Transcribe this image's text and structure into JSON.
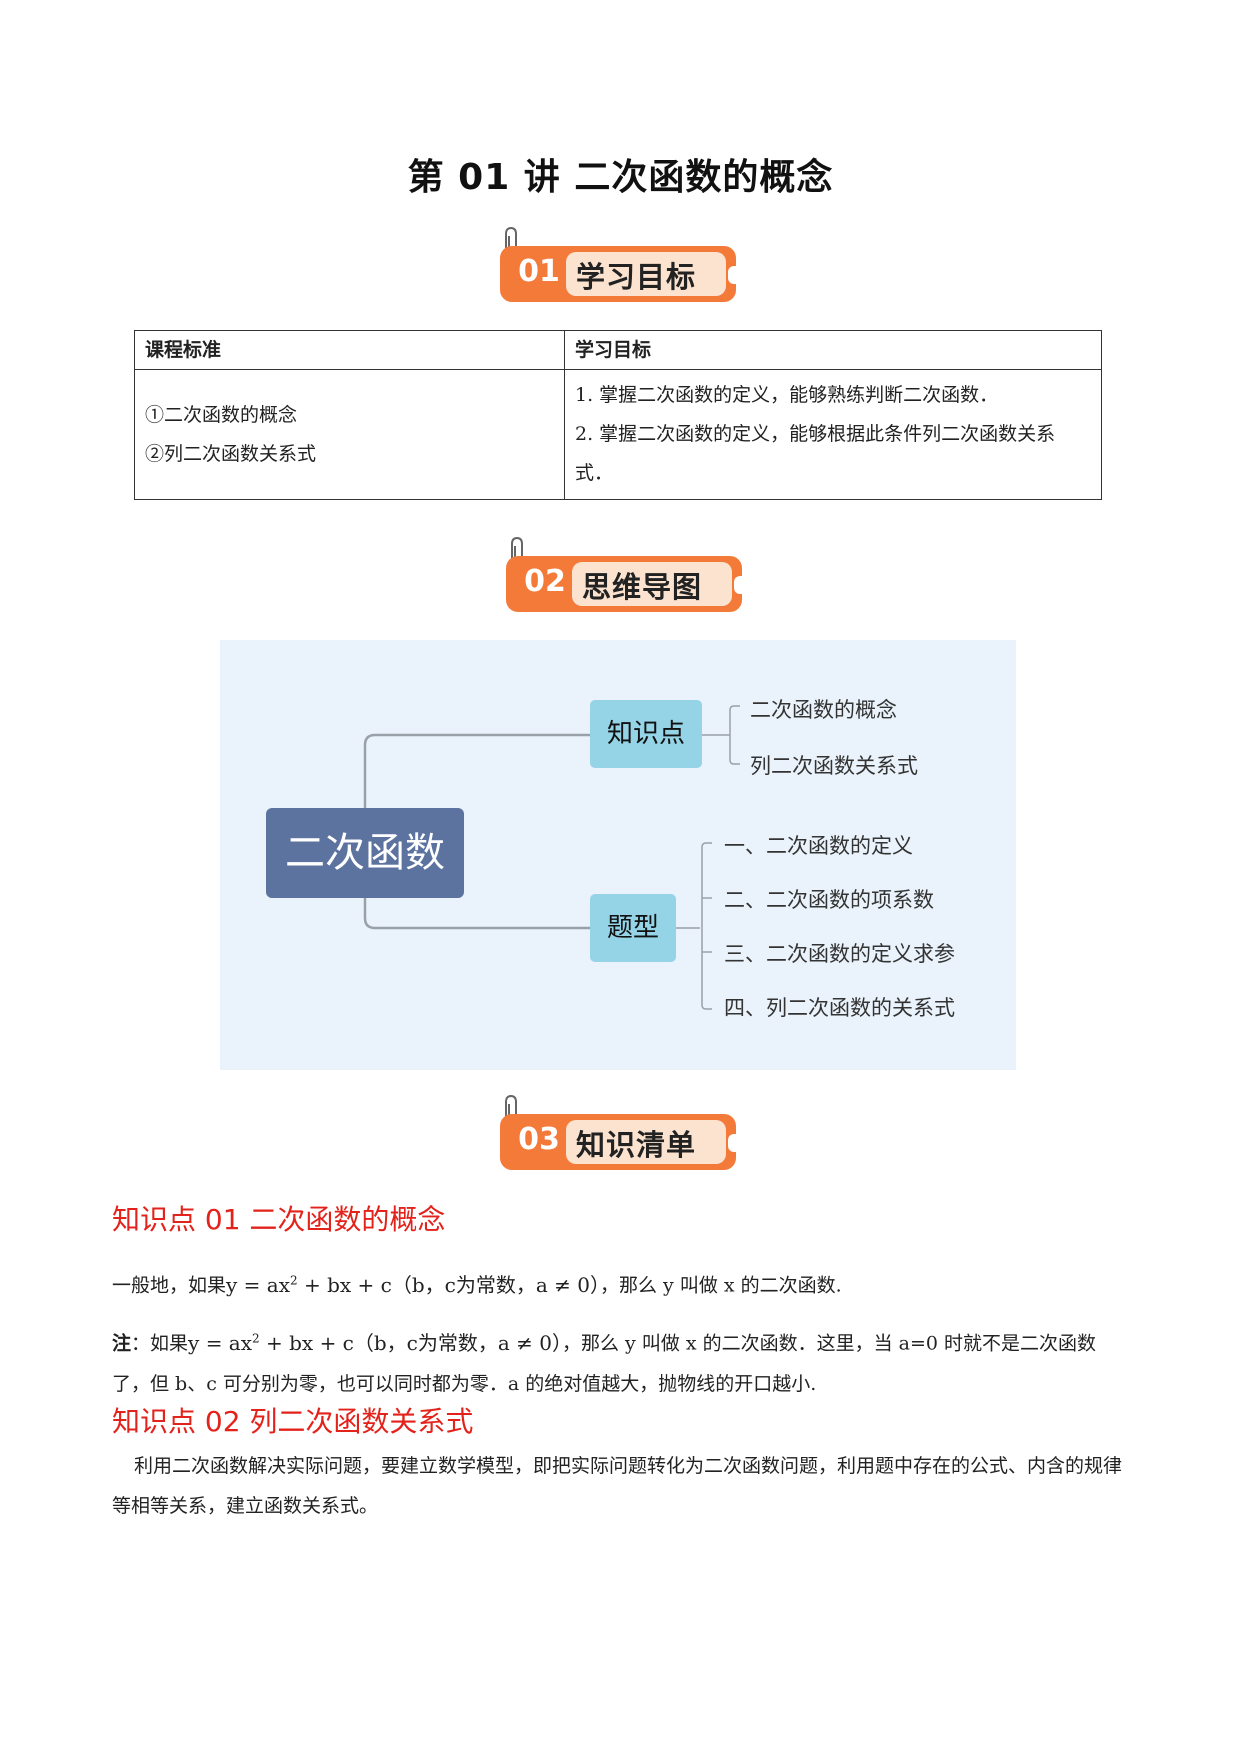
{
  "title": "第 01 讲  二次函数的概念",
  "sections": [
    {
      "num": "01",
      "label": "学习目标"
    },
    {
      "num": "02",
      "label": "思维导图"
    },
    {
      "num": "03",
      "label": "知识清单"
    }
  ],
  "goals_table": {
    "headers": [
      "课程标准",
      "学习目标"
    ],
    "standards": [
      "①二次函数的概念",
      "②列二次函数关系式"
    ],
    "objectives": [
      "1. 掌握二次函数的定义，能够熟练判断二次函数．",
      "2. 掌握二次函数的定义，能够根据此条件列二次函数关系式．"
    ]
  },
  "mindmap": {
    "root": "二次函数",
    "branches": [
      {
        "label": "知识点",
        "leaves": [
          "二次函数的概念",
          "列二次函数关系式"
        ]
      },
      {
        "label": "题型",
        "leaves": [
          "一、二次函数的定义",
          "二、二次函数的项系数",
          "三、二次函数的定义求参",
          "四、列二次函数的关系式"
        ]
      }
    ]
  },
  "kp1": {
    "title": "知识点 01  二次函数的概念",
    "p1_pre": "一般地，如果",
    "formula_y": "y = ax",
    "formula_exp": "2",
    "formula_rest": " + bx + c（b，c为常数，a ≠ 0）",
    "p1_post": "，那么 y 叫做 x 的二次函数.",
    "note_label": "注",
    "note_pre": "：如果",
    "note_post": "，那么 y 叫做 x 的二次函数．这里，当 a=0 时就不是二次函数了，但 b、c 可分别为零，也可以同时都为零．a 的绝对值越大，抛物线的开口越小."
  },
  "kp2": {
    "title": "知识点 02  列二次函数关系式",
    "text": "利用二次函数解决实际问题，要建立数学模型，即把实际问题转化为二次函数问题，利用题中存在的公式、内含的规律等相等关系，建立函数关系式。"
  }
}
